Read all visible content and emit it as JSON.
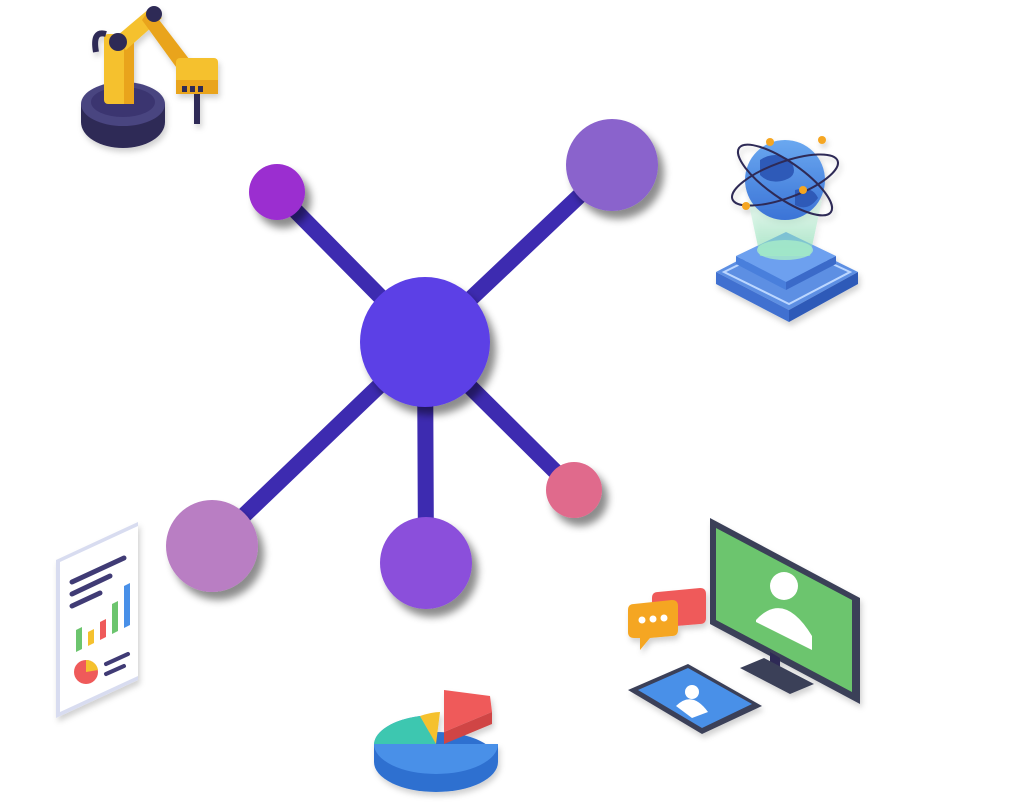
{
  "illustration": {
    "hub": {
      "color": "#5b3fe6"
    },
    "links": {
      "color": "#3d2bb0"
    },
    "satellites": [
      {
        "id": "upper-left",
        "color": "#9b2fd0"
      },
      {
        "id": "upper-right",
        "color": "#8a63cc"
      },
      {
        "id": "lower-left",
        "color": "#b97ec3"
      },
      {
        "id": "bottom",
        "color": "#8b4fdb"
      },
      {
        "id": "lower-right",
        "color": "#e06a8c"
      }
    ],
    "icons": [
      "robot-arm-icon",
      "globe-hologram-icon",
      "report-document-icon",
      "pie-chart-3d-icon",
      "video-call-devices-icon"
    ],
    "palette": {
      "yellow": "#f5c12e",
      "orange": "#e9a41c",
      "navy": "#2f2a57",
      "blue": "#4a90e8",
      "teal": "#3cc7b0",
      "red": "#ef5a5a",
      "green": "#6cc56e"
    }
  }
}
